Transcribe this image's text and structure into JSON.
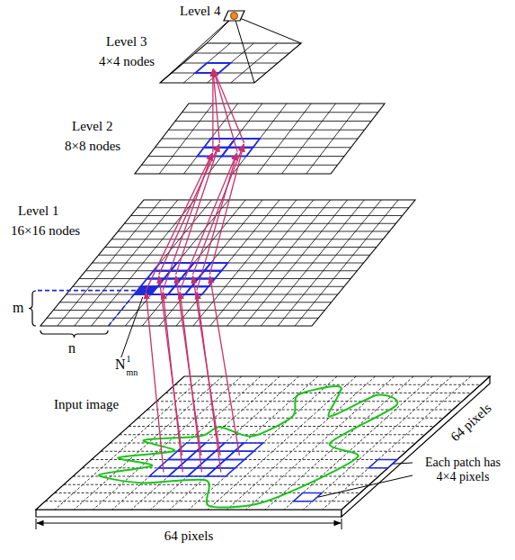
{
  "diagram": {
    "labels": [
      "Level 4",
      "Level 3",
      "4×4 nodes",
      "Level 2",
      "8×8 nodes",
      "Level 1",
      "16×16 nodes",
      "m",
      "n",
      "N",
      "mn",
      "1",
      "Input image",
      "64 pixels",
      "64 pixels",
      "Each patch has 4×4 pixels"
    ]
  }
}
